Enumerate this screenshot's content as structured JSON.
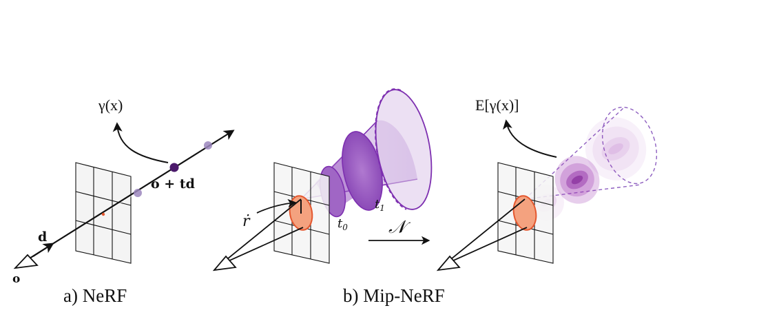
{
  "panel_a": {
    "caption": "a) NeRF",
    "positional_encoding": "γ(x)",
    "point_label": "o + td",
    "direction_label": "d",
    "origin_label": "o"
  },
  "panel_b": {
    "caption": "b) Mip-NeRF",
    "radius_label": "ṙ",
    "t0_label": "t0",
    "t1_label": "t1",
    "gaussian_label": "𝒩",
    "expected_encoding": "E[γ(x)]"
  },
  "colors": {
    "sample_point": "#4b1a6b",
    "sample_point_faint": "#9b86bd",
    "cone_stroke": "#7d2fb0",
    "cone_fill": "#9b59c2",
    "pixel_footprint": "#f4a27f",
    "pixel_footprint_stroke": "#e4572e",
    "gaussian": "#a13ab3"
  }
}
